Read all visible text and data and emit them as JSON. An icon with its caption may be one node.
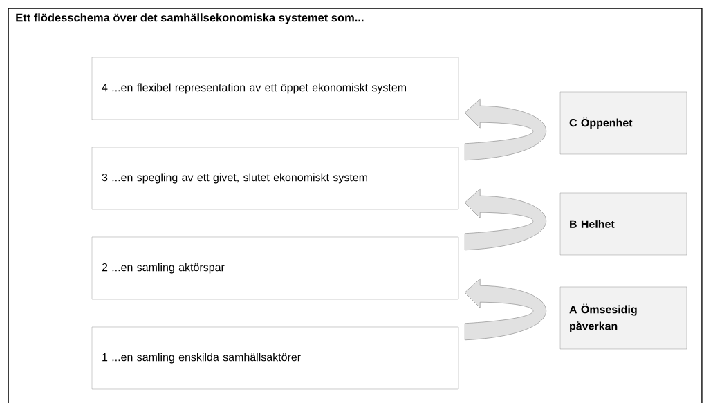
{
  "diagram": {
    "title": "Ett flödesschema över det samhällsekonomiska systemet som...",
    "nodes": [
      {
        "text": [
          "4 ...en flexibel representation av ett öppet ekonomiskt system"
        ]
      },
      {
        "text": [
          "C Öppenhet"
        ]
      },
      {
        "text": [
          "3 ...en spegling av ett givet, slutet ekonomiskt system"
        ]
      },
      {
        "text": [
          "B Helhet"
        ]
      },
      {
        "text": [
          "2 ...en samling aktörspar"
        ]
      },
      {
        "text": [
          "A Ömsesidig påverkan"
        ]
      },
      {
        "text": [
          "1 ...en samling enskilda samhällsaktörer"
        ]
      }
    ],
    "edges": [
      {
        "from": 2,
        "to": 0,
        "arrow": "to"
      },
      {
        "from": 4,
        "to": 2,
        "arrow": "to"
      },
      {
        "from": 6,
        "to": 4,
        "arrow": "to"
      }
    ]
  }
}
